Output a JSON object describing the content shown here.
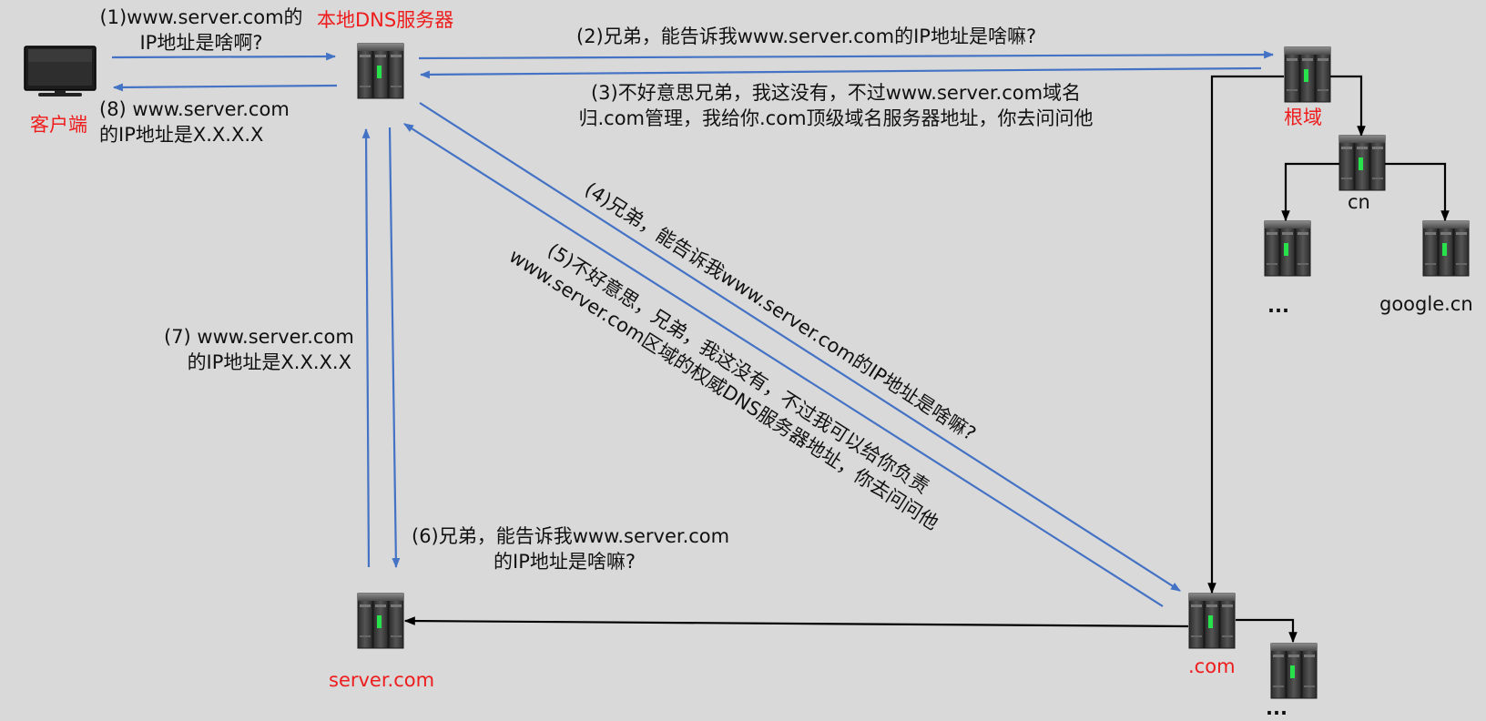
{
  "nodes": {
    "client": "客户端",
    "local_dns": "本地DNS服务器",
    "root": "根域",
    "cn": "cn",
    "cn_child_other": "...",
    "google_cn": "google.cn",
    "com": ".com",
    "com_child_other": "...",
    "server_com": "server.com"
  },
  "steps": {
    "s1_line1": "(1)www.server.com的",
    "s1_line2": "IP地址是啥啊?",
    "s2": "(2)兄弟，能告诉我www.server.com的IP地址是啥嘛?",
    "s3_line1": "(3)不好意思兄弟，我这没有，不过www.server.com域名",
    "s3_line2": "归.com管理，我给你.com顶级域名服务器地址，你去问问他",
    "s4": "(4)兄弟，能告诉我www.server.com的IP地址是啥嘛?",
    "s5_line1": "(5)不好意思，兄弟，我这没有，不过我可以给你负责",
    "s5_line2": "www.server.com区域的权威DNS服务器地址，你去问问他",
    "s6_line1": "(6)兄弟，能告诉我www.server.com",
    "s6_line2": "的IP地址是啥嘛?",
    "s7_line1": "(7) www.server.com",
    "s7_line2": "的IP地址是X.X.X.X",
    "s8_line1": "(8) www.server.com",
    "s8_line2": "的IP地址是X.X.X.X"
  },
  "colors": {
    "background": "#d9d9d9",
    "query_arrow": "#4472c4",
    "tree_arrow": "#000000",
    "node_label_red": "#ee1c1c"
  },
  "icons": {
    "client": "monitor-icon",
    "server": "server-rack-icon"
  }
}
